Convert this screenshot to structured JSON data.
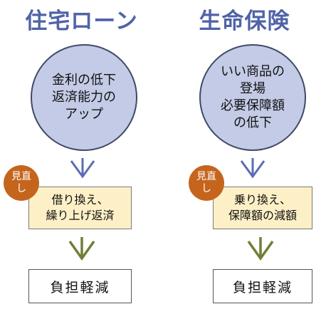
{
  "columns": [
    {
      "title": "住宅ローン",
      "circle_text": "金利の低下\n返済能力の\nアップ",
      "badge": "見直\nし",
      "action": "借り換え、\n繰り上げ返済",
      "result": "負担軽減"
    },
    {
      "title": "生命保険",
      "circle_text": "いい商品の\n登場\n必要保障額\nの低下",
      "badge": "見直\nし",
      "action": "乗り換え、\n保障額の減額",
      "result": "負担軽減"
    }
  ],
  "colors": {
    "title": "#4f63a6",
    "circle_fill": "#c3cbe6",
    "blue_arrow": "#5b6db5",
    "green_arrow": "#6f7f36",
    "badge": "#c5651d",
    "action_fill": "#fdf0c6"
  },
  "icons": [
    "chevron-down-arrow-blue",
    "chevron-down-arrow-green"
  ]
}
